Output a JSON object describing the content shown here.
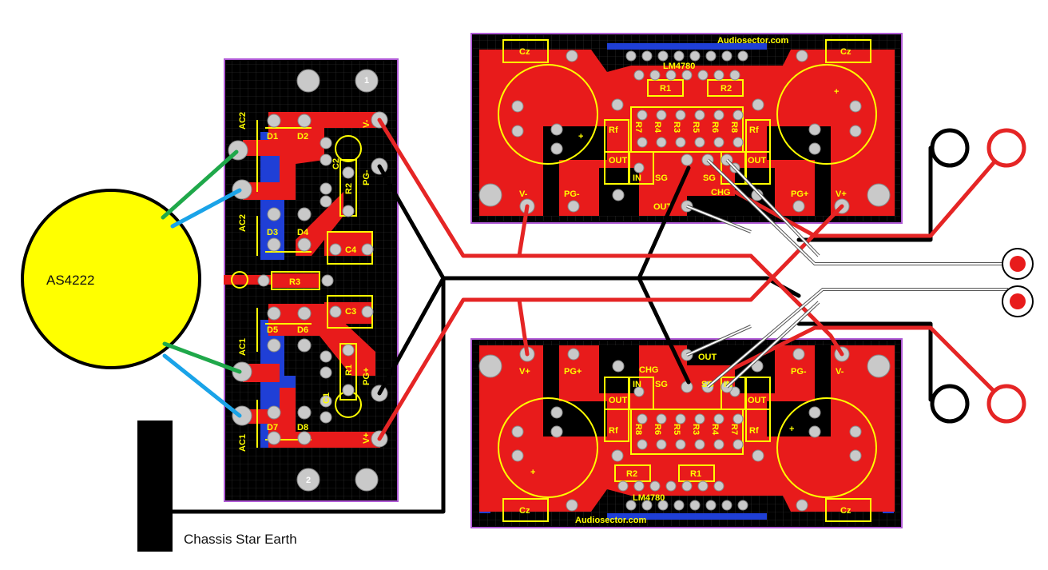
{
  "transformer": {
    "label": "AS4222",
    "colors": {
      "fill": "#ffff00",
      "outline": "#000000",
      "secondary_a": "#1fa84a",
      "secondary_b": "#1aa3e8"
    }
  },
  "chassis": {
    "label": "Chassis Star Earth"
  },
  "psu_board": {
    "labels": {
      "ac2_top": "AC2",
      "ac2_bottom": "AC2",
      "ac1_top": "AC1",
      "ac1_bottom": "AC1",
      "d1": "D1",
      "d2": "D2",
      "d3": "D3",
      "d4": "D4",
      "d5": "D5",
      "d6": "D6",
      "d7": "D7",
      "d8": "D8",
      "c2": "C2",
      "c4": "C4",
      "c3": "C3",
      "c1": "C1",
      "r2": "R2",
      "r3": "R3",
      "r1": "R1",
      "v_minus": "V-",
      "pg_minus": "PG-",
      "pg_plus": "PG+",
      "v_plus": "V+",
      "mount_1": "1",
      "mount_2": "2"
    }
  },
  "amp_top": {
    "labels": {
      "brand": "Audiosector.com",
      "chip": "LM4780",
      "cz_left": "Cz",
      "cz_right": "Cz",
      "r1": "R1",
      "r2": "R2",
      "rf_left": "Rf",
      "rf_right": "Rf",
      "r7": "R7",
      "r4": "R4",
      "r3": "R3",
      "r5": "R5",
      "r6": "R6",
      "r8": "R8",
      "out_left": "OUT",
      "out_right": "OUT",
      "in": "IN",
      "sg_left": "SG",
      "sg_right": "SG",
      "v_minus": "V-",
      "pg_minus": "PG-",
      "pg_plus": "PG+",
      "v_plus": "V+",
      "out_pin": "OUT",
      "chg": "CHG",
      "plus": "+"
    }
  },
  "amp_bottom": {
    "labels": {
      "brand": "Audiosector.com",
      "chip": "LM4780",
      "cz_left": "Cz",
      "cz_right": "Cz",
      "r1": "R1",
      "r2": "R2",
      "rf_left": "Rf",
      "rf_right": "Rf",
      "r7": "R7",
      "r4": "R4",
      "r3": "R3",
      "r5": "R5",
      "r6": "R6",
      "r8": "R8",
      "out_left": "OUT",
      "out_right": "OUT",
      "in_left": "IN",
      "in_right": "IN",
      "sg_left": "SG",
      "sg_right": "SG",
      "v_minus": "V-",
      "pg_minus": "PG-",
      "pg_plus": "PG+",
      "v_plus": "V+",
      "out_pin": "OUT",
      "chg": "CHG",
      "plus": "+"
    }
  },
  "wire_colors": {
    "positive": "#e52525",
    "ground": "#000000",
    "signal": "#ffffff"
  }
}
